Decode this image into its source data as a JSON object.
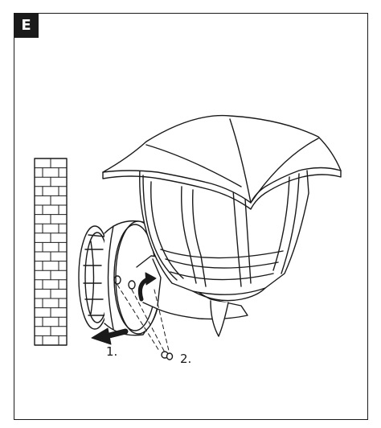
{
  "figure": {
    "tag": "E",
    "step_labels": [
      "1.",
      "2."
    ]
  },
  "colors": {
    "ink": "#1a1a1a",
    "paper": "#ffffff"
  }
}
